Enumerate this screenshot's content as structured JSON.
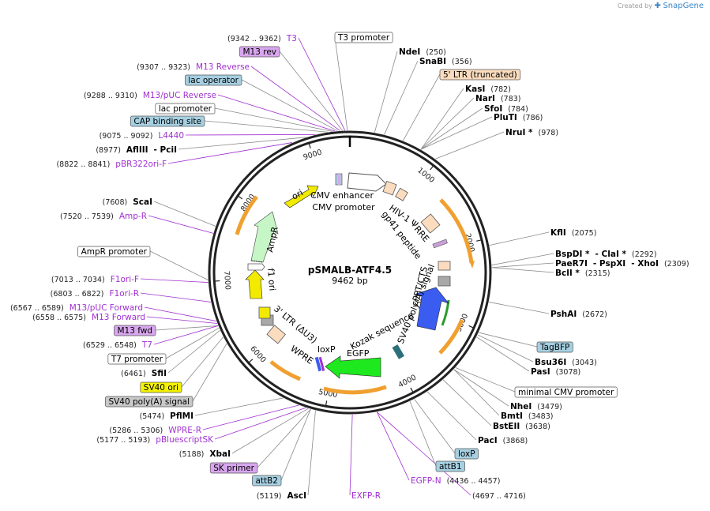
{
  "credit": {
    "prefix": "Created by",
    "brand": "SnapGene"
  },
  "plasmid": {
    "name": "pSMALB-ATF4.5",
    "size_label": "9462 bp",
    "length": 9462
  },
  "ticks": [
    {
      "label": "1000",
      "bp": 1000
    },
    {
      "label": "2000",
      "bp": 2000
    },
    {
      "label": "3000",
      "bp": 3000
    },
    {
      "label": "4000",
      "bp": 4000
    },
    {
      "label": "5000",
      "bp": 5000
    },
    {
      "label": "6000",
      "bp": 6000
    },
    {
      "label": "7000",
      "bp": 7000
    },
    {
      "label": "8000",
      "bp": 8000
    },
    {
      "label": "9000",
      "bp": 9000
    }
  ],
  "colors": {
    "primer": "#a030d0",
    "yellow": "#f2ea00",
    "green_light": "#c6f5c6",
    "green_bright": "#1ee81e",
    "blue": "#3a5cf0",
    "peach": "#fbdcbe",
    "gray": "#a8a8a8",
    "teal": "#2c6e7a",
    "orange": "#f0a030",
    "purple_box": "#d8a6ee",
    "blue_box": "#a6d0e2",
    "gray_box": "#c8c8c8",
    "yellow_box": "#f4f200",
    "white_box": "#ffffff"
  },
  "labels": [
    {
      "id": "t3",
      "parts": [
        {
          "t": "(9342 .. 9362)",
          "c": "primer",
          "s": "pos"
        },
        {
          "t": "T3",
          "c": "primer"
        }
      ]
    },
    {
      "id": "t3-promoter",
      "parts": [
        {
          "t": "T3 promoter",
          "box": "white"
        }
      ]
    },
    {
      "id": "m13-rev",
      "parts": [
        {
          "t": "M13 rev",
          "box": "purple"
        }
      ]
    },
    {
      "id": "m13-reverse",
      "parts": [
        {
          "t": "(9307 .. 9323)",
          "c": "primer",
          "s": "pos"
        },
        {
          "t": "M13 Reverse",
          "c": "primer"
        }
      ]
    },
    {
      "id": "lac-operator",
      "parts": [
        {
          "t": "lac operator",
          "box": "blue"
        }
      ]
    },
    {
      "id": "m13-puc-reverse",
      "parts": [
        {
          "t": "(9288 .. 9310)",
          "c": "primer",
          "s": "pos"
        },
        {
          "t": "M13/pUC Reverse",
          "c": "primer"
        }
      ]
    },
    {
      "id": "lac-promoter",
      "parts": [
        {
          "t": "lac promoter",
          "box": "white"
        }
      ]
    },
    {
      "id": "cap-site",
      "parts": [
        {
          "t": "CAP binding site",
          "box": "blue"
        }
      ]
    },
    {
      "id": "l4440",
      "parts": [
        {
          "t": "(9075 .. 9092)",
          "c": "primer",
          "s": "pos"
        },
        {
          "t": "L4440",
          "c": "primer"
        }
      ]
    },
    {
      "id": "afliii",
      "parts": [
        {
          "t": "(8977)",
          "s": "pos"
        },
        {
          "t": "AflIII",
          "s": "enz"
        },
        {
          "t": "- PciI",
          "s": "enz"
        }
      ]
    },
    {
      "id": "pbr322ori-f",
      "parts": [
        {
          "t": "(8822 .. 8841)",
          "c": "primer",
          "s": "pos"
        },
        {
          "t": "pBR322ori-F",
          "c": "primer"
        }
      ]
    },
    {
      "id": "scai",
      "parts": [
        {
          "t": "(7608)",
          "s": "pos"
        },
        {
          "t": "ScaI",
          "s": "enz"
        }
      ]
    },
    {
      "id": "amp-r-primer",
      "parts": [
        {
          "t": "(7520 .. 7539)",
          "c": "primer",
          "s": "pos"
        },
        {
          "t": "Amp-R",
          "c": "primer"
        }
      ]
    },
    {
      "id": "ampr-promoter",
      "parts": [
        {
          "t": "AmpR promoter",
          "box": "white"
        }
      ]
    },
    {
      "id": "f1ori-f",
      "parts": [
        {
          "t": "(7013 .. 7034)",
          "c": "primer",
          "s": "pos"
        },
        {
          "t": "F1ori-F",
          "c": "primer"
        }
      ]
    },
    {
      "id": "f1ori-r",
      "parts": [
        {
          "t": "(6803 .. 6822)",
          "c": "primer",
          "s": "pos"
        },
        {
          "t": "F1ori-R",
          "c": "primer"
        }
      ]
    },
    {
      "id": "m13-puc-forward",
      "parts": [
        {
          "t": "(6567 .. 6589)",
          "c": "primer",
          "s": "pos"
        },
        {
          "t": "M13/pUC Forward",
          "c": "primer"
        }
      ]
    },
    {
      "id": "m13-forward",
      "parts": [
        {
          "t": "(6558 .. 6575)",
          "c": "primer",
          "s": "pos"
        },
        {
          "t": "M13 Forward",
          "c": "primer"
        }
      ]
    },
    {
      "id": "m13-fwd",
      "parts": [
        {
          "t": "M13 fwd",
          "box": "purple"
        }
      ]
    },
    {
      "id": "t7",
      "parts": [
        {
          "t": "(6529 .. 6548)",
          "c": "primer",
          "s": "pos"
        },
        {
          "t": "T7",
          "c": "primer"
        }
      ]
    },
    {
      "id": "t7-promoter",
      "parts": [
        {
          "t": "T7 promoter",
          "box": "white"
        }
      ]
    },
    {
      "id": "sfii",
      "parts": [
        {
          "t": "(6461)",
          "s": "pos"
        },
        {
          "t": "SfiI",
          "s": "enz"
        }
      ]
    },
    {
      "id": "sv40-ori",
      "parts": [
        {
          "t": "SV40 ori",
          "box": "yellow"
        }
      ]
    },
    {
      "id": "sv40-polya-left",
      "parts": [
        {
          "t": "SV40 poly(A) signal",
          "box": "gray"
        }
      ]
    },
    {
      "id": "pflmi",
      "parts": [
        {
          "t": "(5474)",
          "s": "pos"
        },
        {
          "t": "PflMI",
          "s": "enz"
        }
      ]
    },
    {
      "id": "wpre-r",
      "parts": [
        {
          "t": "(5286 .. 5306)",
          "c": "primer",
          "s": "pos"
        },
        {
          "t": "WPRE-R",
          "c": "primer"
        }
      ]
    },
    {
      "id": "pbluescriptsk",
      "parts": [
        {
          "t": "(5177 .. 5193)",
          "c": "primer",
          "s": "pos"
        },
        {
          "t": "pBluescriptSK",
          "c": "primer"
        }
      ]
    },
    {
      "id": "xbai",
      "parts": [
        {
          "t": "(5188)",
          "s": "pos"
        },
        {
          "t": "XbaI",
          "s": "enz"
        }
      ]
    },
    {
      "id": "sk-primer",
      "parts": [
        {
          "t": "SK primer",
          "box": "purple"
        }
      ]
    },
    {
      "id": "attb2",
      "parts": [
        {
          "t": "attB2",
          "box": "blue"
        }
      ]
    },
    {
      "id": "asci",
      "parts": [
        {
          "t": "(5119)",
          "s": "pos"
        },
        {
          "t": "AscI",
          "s": "enz"
        }
      ]
    },
    {
      "id": "exfp-r",
      "parts": [
        {
          "t": "EXFP-R",
          "c": "primer"
        }
      ]
    },
    {
      "id": "egfp-n",
      "parts": [
        {
          "t": "EGFP-N",
          "c": "primer"
        },
        {
          "t": "(4436 .. 4457)",
          "c": "primer",
          "s": "pos"
        }
      ]
    },
    {
      "id": "exfp-r-pos",
      "parts": [
        {
          "t": "(4697 .. 4716)",
          "c": "primer",
          "s": "pos"
        }
      ]
    },
    {
      "id": "attb1",
      "parts": [
        {
          "t": "attB1",
          "box": "blue"
        }
      ]
    },
    {
      "id": "loxp-right",
      "parts": [
        {
          "t": "loxP",
          "box": "blue"
        }
      ]
    },
    {
      "id": "paci",
      "parts": [
        {
          "t": "PacI",
          "s": "enz"
        },
        {
          "t": "(3868)",
          "s": "pos"
        }
      ]
    },
    {
      "id": "bsteii",
      "parts": [
        {
          "t": "BstEII",
          "s": "enz"
        },
        {
          "t": "(3638)",
          "s": "pos"
        }
      ]
    },
    {
      "id": "bmti",
      "parts": [
        {
          "t": "BmtI",
          "s": "enz"
        },
        {
          "t": "(3483)",
          "s": "pos"
        }
      ]
    },
    {
      "id": "nhei",
      "parts": [
        {
          "t": "NheI",
          "s": "enz"
        },
        {
          "t": "(3479)",
          "s": "pos"
        }
      ]
    },
    {
      "id": "minimal-cmv",
      "parts": [
        {
          "t": "minimal CMV promoter",
          "box": "white"
        }
      ]
    },
    {
      "id": "pasi",
      "parts": [
        {
          "t": "PasI",
          "s": "enz"
        },
        {
          "t": "(3078)",
          "s": "pos"
        }
      ]
    },
    {
      "id": "bsu36i",
      "parts": [
        {
          "t": "Bsu36I",
          "s": "enz"
        },
        {
          "t": "(3043)",
          "s": "pos"
        }
      ]
    },
    {
      "id": "tagbfp",
      "parts": [
        {
          "t": "TagBFP",
          "box": "blue"
        }
      ]
    },
    {
      "id": "pshai",
      "parts": [
        {
          "t": "PshAI",
          "s": "enz"
        },
        {
          "t": "(2672)",
          "s": "pos"
        }
      ]
    },
    {
      "id": "bcli",
      "parts": [
        {
          "t": "BclI *",
          "s": "enz"
        },
        {
          "t": "(2315)",
          "s": "pos"
        }
      ]
    },
    {
      "id": "paer7i",
      "parts": [
        {
          "t": "PaeR7I",
          "s": "enz"
        },
        {
          "t": "- PspXI",
          "s": "enz"
        },
        {
          "t": "- XhoI",
          "s": "enz"
        },
        {
          "t": "(2309)",
          "s": "pos"
        }
      ]
    },
    {
      "id": "bspdi",
      "parts": [
        {
          "t": "BspDI *",
          "s": "enz"
        },
        {
          "t": "- ClaI *",
          "s": "enz"
        },
        {
          "t": "(2292)",
          "s": "pos"
        }
      ]
    },
    {
      "id": "kfli",
      "parts": [
        {
          "t": "KflI",
          "s": "enz"
        },
        {
          "t": "(2075)",
          "s": "pos"
        }
      ]
    },
    {
      "id": "nrui",
      "parts": [
        {
          "t": "NruI *",
          "s": "enz"
        },
        {
          "t": "(978)",
          "s": "pos"
        }
      ]
    },
    {
      "id": "pluti",
      "parts": [
        {
          "t": "PluTI",
          "s": "enz"
        },
        {
          "t": "(786)",
          "s": "pos"
        }
      ]
    },
    {
      "id": "sfoi",
      "parts": [
        {
          "t": "SfoI",
          "s": "enz"
        },
        {
          "t": "(784)",
          "s": "pos"
        }
      ]
    },
    {
      "id": "nari",
      "parts": [
        {
          "t": "NarI",
          "s": "enz"
        },
        {
          "t": "(783)",
          "s": "pos"
        }
      ]
    },
    {
      "id": "kasi",
      "parts": [
        {
          "t": "KasI",
          "s": "enz"
        },
        {
          "t": "(782)",
          "s": "pos"
        }
      ]
    },
    {
      "id": "five-ltr",
      "parts": [
        {
          "t": "5' LTR (truncated)",
          "box": "peach"
        }
      ]
    },
    {
      "id": "snabi",
      "parts": [
        {
          "t": "SnaBI",
          "s": "enz"
        },
        {
          "t": "(356)",
          "s": "pos"
        }
      ]
    },
    {
      "id": "ndei",
      "parts": [
        {
          "t": "NdeI",
          "s": "enz"
        },
        {
          "t": "(250)",
          "s": "pos"
        }
      ]
    }
  ],
  "inner_labels": [
    {
      "id": "cmv-enhancer",
      "text": "CMV enhancer"
    },
    {
      "id": "cmv-promoter",
      "text": "CMV promoter"
    },
    {
      "id": "hiv-psi",
      "text": "HIV-1 Ψ"
    },
    {
      "id": "rre",
      "text": "RRE"
    },
    {
      "id": "gp41",
      "text": "gp41 peptide"
    },
    {
      "id": "cppt",
      "text": "cPPT/CTS"
    },
    {
      "id": "sv40-polya-inner",
      "text": "SV40 poly(A) signal"
    },
    {
      "id": "kozak",
      "text": "Kozak sequence"
    },
    {
      "id": "egfp",
      "text": "EGFP"
    },
    {
      "id": "loxp-inner",
      "text": "loxP"
    },
    {
      "id": "wpre",
      "text": "WPRE"
    },
    {
      "id": "three-ltr",
      "text": "3' LTR (ΔU3)"
    },
    {
      "id": "f1-ori",
      "text": "f1 ori"
    },
    {
      "id": "ampr",
      "text": "AmpR"
    },
    {
      "id": "ori",
      "text": "ori"
    }
  ]
}
